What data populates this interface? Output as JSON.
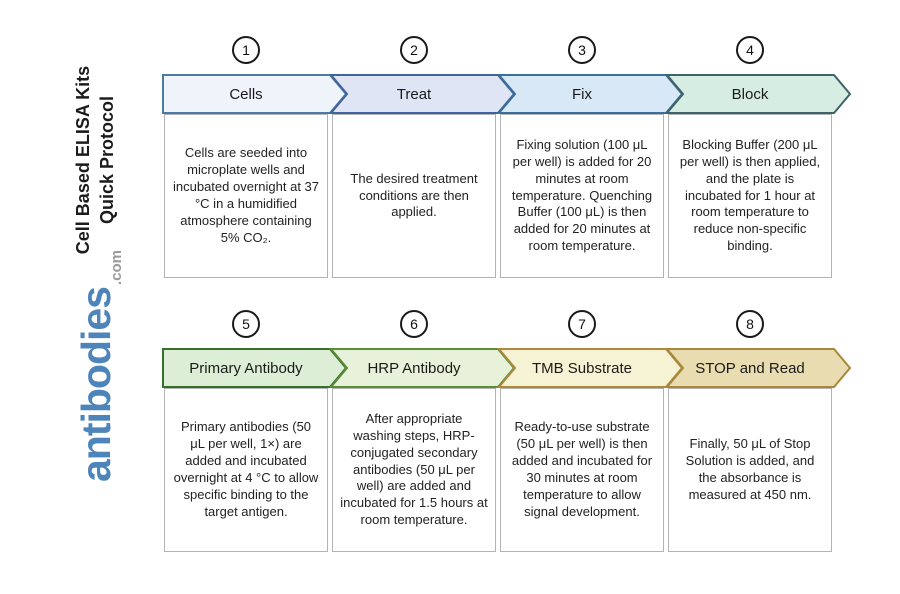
{
  "sidebar": {
    "title_line1": "Cell Based ELISA Kits",
    "title_line2": "Quick Protocol",
    "logo_text": "antibodies",
    "logo_suffix": ".com",
    "logo_color": "#4d84ba",
    "logo_suffix_color": "#9a9a9a"
  },
  "rows": [
    {
      "steps": [
        {
          "number": "1",
          "label": "Cells",
          "description": "Cells are seeded into microplate wells and incubated overnight at 37 °C in a humidified atmosphere containing 5% CO₂.",
          "fill": "#eff4fa",
          "border": "#4d79a8"
        },
        {
          "number": "2",
          "label": "Treat",
          "description": "The desired treatment conditions are then applied.",
          "fill": "#e0e5f6",
          "border": "#41629c"
        },
        {
          "number": "3",
          "label": "Fix",
          "description": "Fixing solution (100 μL per well) is added for 20 minutes at room temperature. Quenching Buffer (100 μL) is then added for 20 minutes at room temperature.",
          "fill": "#d9e8f7",
          "border": "#3a6f99"
        },
        {
          "number": "4",
          "label": "Block",
          "description": "Blocking Buffer (200 μL per well) is then applied, and the plate is incubated for 1 hour at room temperature to reduce non-specific binding.",
          "fill": "#d6ede3",
          "border": "#3c6367"
        }
      ]
    },
    {
      "steps": [
        {
          "number": "5",
          "label": "Primary Antibody",
          "description": "Primary antibodies (50 μL per well, 1×) are added and incubated overnight at 4 °C to allow specific binding to the target antigen.",
          "fill": "#ddeed6",
          "border": "#35702b"
        },
        {
          "number": "6",
          "label": "HRP Antibody",
          "description": "After appropriate washing steps, HRP-conjugated secondary antibodies (50 μL per well) are added and incubated for 1.5 hours at room temperature.",
          "fill": "#e8f2da",
          "border": "#5d8c38"
        },
        {
          "number": "7",
          "label": "TMB Substrate",
          "description": "Ready-to-use substrate (50 μL per well) is then added and incubated for 30 minutes at room temperature to allow signal development.",
          "fill": "#f6f2d4",
          "border": "#ad8a3b"
        },
        {
          "number": "8",
          "label": "STOP and Read",
          "description": "Finally, 50 μL of Stop Solution is added, and the absorbance is measured at 450 nm.",
          "fill": "#e9dcb0",
          "border": "#a9863a"
        }
      ]
    }
  ]
}
